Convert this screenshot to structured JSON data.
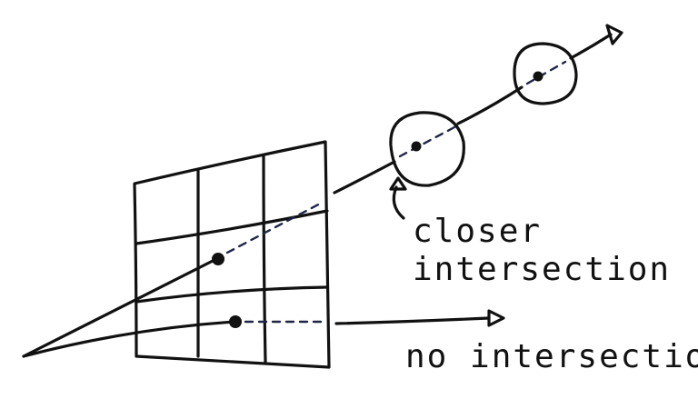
{
  "labels": {
    "closer": "closer",
    "intersection": "intersection",
    "no_intersection": "no intersection"
  },
  "colors": {
    "ink": "#111111",
    "dashed_ray": "#1f2547",
    "background": "#ffffff"
  }
}
